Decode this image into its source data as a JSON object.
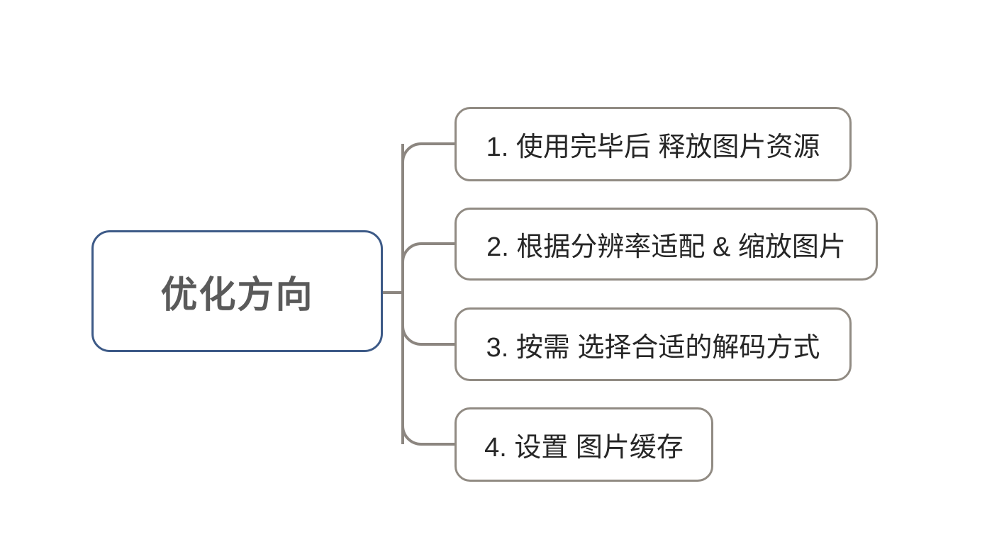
{
  "diagram": {
    "type": "mindmap",
    "title": "优化方向",
    "background_color": "#ffffff",
    "root": {
      "label": "优化方向",
      "border_color": "#3d5a87",
      "text_color": "#5a5a5a"
    },
    "branch_style": {
      "border_color": "#918b83",
      "text_color": "#262626",
      "connector_color": "#8c8680"
    },
    "branches": [
      {
        "index": "1",
        "label": "1. 使用完毕后 释放图片资源"
      },
      {
        "index": "2",
        "label": "2. 根据分辨率适配 & 缩放图片"
      },
      {
        "index": "3",
        "label": "3. 按需 选择合适的解码方式"
      },
      {
        "index": "4",
        "label": "4. 设置 图片缓存"
      }
    ]
  }
}
